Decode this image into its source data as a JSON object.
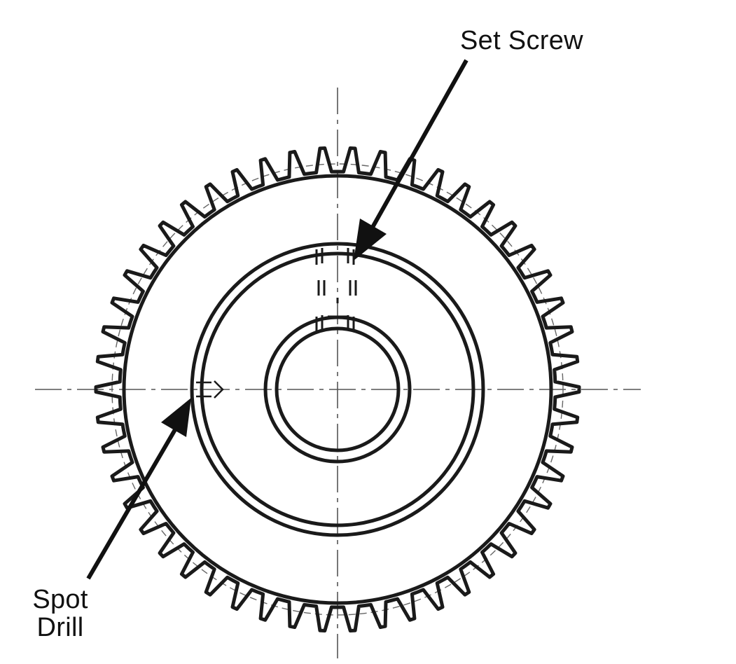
{
  "labels": {
    "set_screw": "Set Screw",
    "spot_drill_line1": "Spot",
    "spot_drill_line2": "Drill"
  },
  "colors": {
    "ink": "#1a1a1a",
    "centerline": "#555555",
    "background": "#ffffff"
  },
  "gear": {
    "tooth_count": 50
  }
}
